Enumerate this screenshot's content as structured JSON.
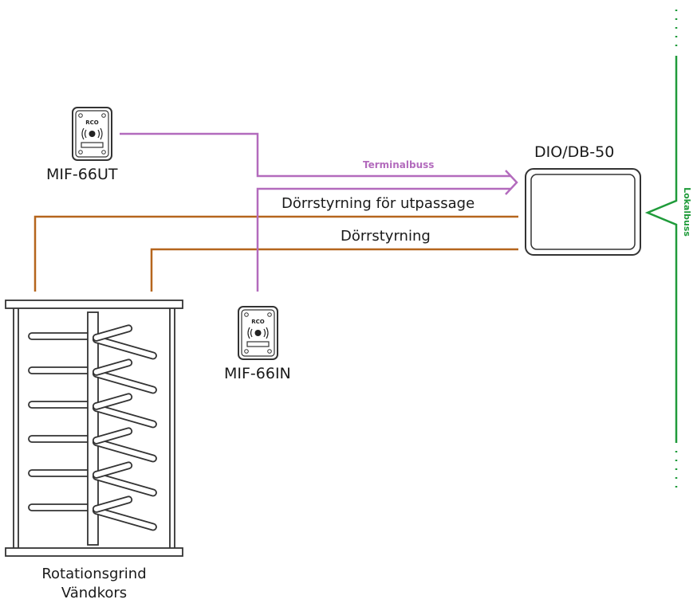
{
  "colors": {
    "terminal_bus": "#b36bbd",
    "door_control": "#b5651d",
    "local_bus": "#1f9b3a",
    "device_outline": "#333333"
  },
  "reader_brand": "RCO",
  "reader_icon": "contactless-icon",
  "labels": {
    "reader_out": "MIF-66UT",
    "reader_in": "MIF-66IN",
    "controller": "DIO/DB-50",
    "terminal_bus": "Terminalbuss",
    "door_control_exit": "Dörrstyrning för utpassage",
    "door_control": "Dörrstyrning",
    "local_bus": "Lokalbuss",
    "turnstile_line1": "Rotationsgrind",
    "turnstile_line2": "Vändkors"
  }
}
